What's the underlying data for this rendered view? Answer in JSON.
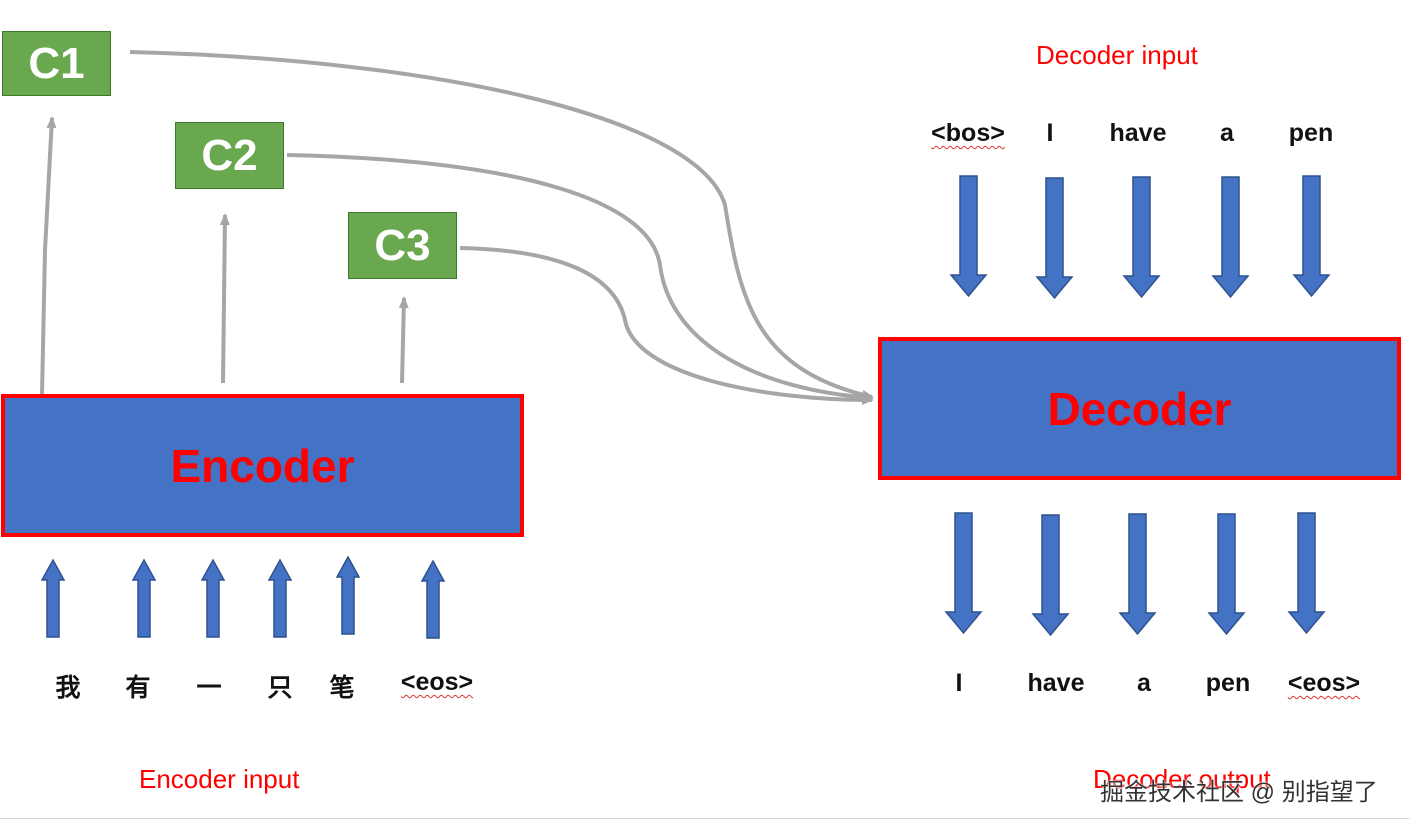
{
  "context_boxes": [
    "C1",
    "C2",
    "C3"
  ],
  "encoder": {
    "label": "Encoder",
    "caption": "Encoder input",
    "input_tokens": [
      "我",
      "有",
      "一",
      "只",
      "笔",
      "<eos>"
    ]
  },
  "decoder": {
    "label": "Decoder",
    "input_caption": "Decoder input",
    "output_caption": "Decoder output",
    "input_tokens": [
      "<bos>",
      "I",
      "have",
      "a",
      "pen"
    ],
    "output_tokens": [
      "I",
      "have",
      "a",
      "pen",
      "<eos>"
    ]
  },
  "watermark": "掘金技术社区 @ 别指望了",
  "colors": {
    "block_fill": "#4472c4",
    "block_border": "#ff0000",
    "label_red": "#ff0000",
    "context_fill": "#6aa84f",
    "connector": "#a6a6a6"
  }
}
